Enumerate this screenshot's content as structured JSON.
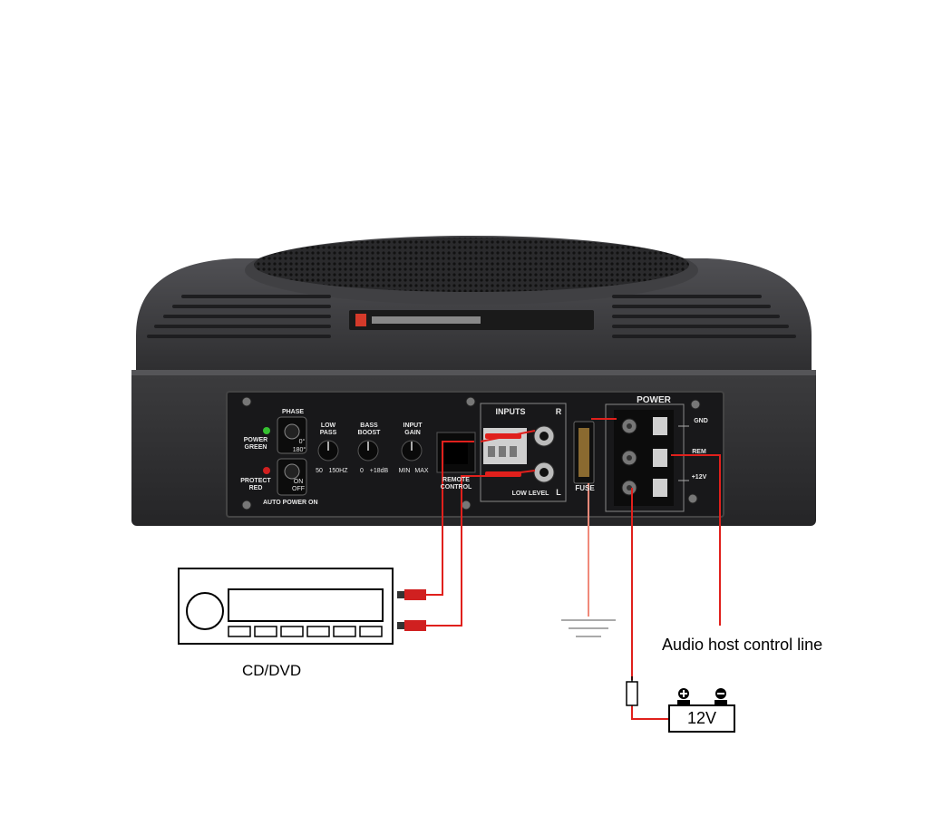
{
  "diagram": {
    "caption_cd": "CD/DVD",
    "caption_control": "Audio host control line",
    "battery_label": "12V"
  },
  "panel": {
    "phase": "PHASE",
    "phase_0": "0°",
    "phase_180": "180°",
    "power_led": "POWER\nGREEN",
    "protect_led": "PROTECT\nRED",
    "on_off": "ON\nOFF",
    "auto_power_on": "AUTO POWER ON",
    "low_pass": "LOW\nPASS",
    "low_pass_min": "50",
    "low_pass_max": "150HZ",
    "bass_boost": "BASS\nBOOST",
    "bass_boost_min": "0",
    "bass_boost_max": "+18dB",
    "input_gain": "INPUT\nGAIN",
    "input_gain_min": "MIN",
    "input_gain_max": "MAX",
    "remote_control": "REMOTE\nCONTROL",
    "inputs": "INPUTS",
    "inputs_r": "R",
    "inputs_l": "L",
    "low_level": "LOW LEVEL",
    "fuse": "FUSE",
    "power": "POWER",
    "gnd": "GND",
    "rem": "REM",
    "plus12v": "+12V"
  },
  "colors": {
    "wire": "#e0201c",
    "ground_wire": "#f08a7a",
    "body": "#3a3a3c",
    "panel": "#1c1c1e"
  }
}
